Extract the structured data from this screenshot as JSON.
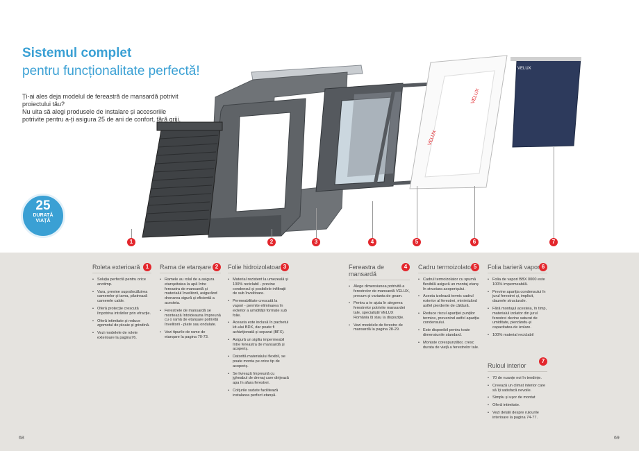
{
  "heading": {
    "line1": "Sistemul complet",
    "line2": "pentru funcționalitate perfectă!"
  },
  "intro": {
    "p1": "Ți-ai ales deja modelul de fereastră de mansardă potrivit proiectului tău?",
    "p2": "Nu uita să alegi produsele de instalare și accesoriile potrivite pentru a-ți asigura 25 de ani de confort, fără griji."
  },
  "badge": {
    "number": "25",
    "line1": "DURATĂ",
    "line2": "VIAȚĂ"
  },
  "markers": [
    "1",
    "2",
    "3",
    "4",
    "5",
    "6",
    "7"
  ],
  "colors": {
    "accent": "#3aa0d4",
    "marker": "#e3262c",
    "band": "#e5e3df"
  },
  "columns": [
    {
      "title": "Roleta exterioară",
      "n": "1",
      "items": [
        "Soluția perfectă pentru orice anotimp.",
        "Vara, previne supraîncălzirea camerelor și iarna, păstrează camerele calde.",
        "Oferă protecție crescută împotriva intrărilor prin efracție.",
        "Oferă intimitate și reduce zgomotul de ploaie și grindină.",
        "Vezi modelele de rolete exterioare la pagina76."
      ]
    },
    {
      "title": "Rama de etanșare",
      "n": "2",
      "items": [
        "Ramele au rolul de a asigura etanșeitatea la apă între fereastra de mansardă și materialul învelitorii, asigurând drenarea sigură și eficientă a acesteia.",
        "Ferestrele de mansardă se montează întotdeauna împreună cu o ramă de etanșare potrivită învelitorii - plate sau ondulate.",
        "Vezi tipurile de rame de etanșare la pagina 70-73."
      ]
    },
    {
      "title": "Folie hidroizolatoare",
      "n": "3",
      "items": [
        "Material rezistent la umezeală și 100% reciclabil - previne condensul și posibilele infiltrații de sub învelitoare.",
        "Permeabilitate crescută la vapori - permite eliminarea în exterior a umidității formate sub folie.",
        "Aceasta este inclusă în pachetul kit-ului BDX, dar poate fi achiziționată și separat (BFX).",
        "Asigură un sigiliu impermeabil între fereastra de mansardă și acoperiș.",
        "Datorită materialului flexibil, se poate monta pe orice tip de acoperiș.",
        "Se livrează împreună cu jgheabul de drenaj care dirijează apa în afara ferestrei.",
        "Colțurile sudate facilitează instalarea perfect etanșă."
      ]
    },
    {
      "title": "Fereastra de mansardă",
      "n": "4",
      "items": [
        "Alege dimensiunea potrivită a ferestrelor de mansardă VELUX, precum și varianta de geam.",
        "Pentru a te ajuta în alegerea ferestrelor potrivite mansardei tale, specialiștii VELUX România îți stau la dispoziție.",
        "Vezi modelele de ferestre de mansardă la pagina 28-29."
      ]
    },
    {
      "title": "Cadru termoizolator",
      "n": "5",
      "items": [
        "Cadrul termoizolator cu spumă flexibilă asigură un montaj etanș în structura acoperișului.",
        "Acesta izolează termic cadrul exterior al ferestrei, minimizând astfel pierderile de căldură.",
        "Reduce riscul apariției punților termice, prevenind astfel apariția condensului.",
        "Este disponibil pentru toate dimensiunile standard.",
        "Montate corespunzător, cresc durata de viață a ferestrelor tale."
      ]
    },
    {
      "title": "Folia barieră vapori",
      "n": "6",
      "items": [
        "Folia de vapori BBX 0000 este 100% impermeabilă.",
        "Previne apariția condensului în jurul ferestrei și, implicit, daunele structurale.",
        "Fără montajul acesteia, în timp, materialul izolator din jurul ferestrei devine saturat de umiditate, pierzându-și capacitatea de izolare.",
        "100% material reciclabil"
      ]
    },
    {
      "title": "Ruloul interior",
      "n": "7",
      "items": [
        "70 de nuanțe noi în tendințe.",
        "Creează un climat interior care să îți satisfacă nevoile.",
        "Simplu și ușor de montat",
        "Oferă intimitate.",
        "Vezi detalii despre rulourile interioare la pagina 74-77."
      ]
    }
  ],
  "pages": {
    "left": "68",
    "right": "69"
  }
}
